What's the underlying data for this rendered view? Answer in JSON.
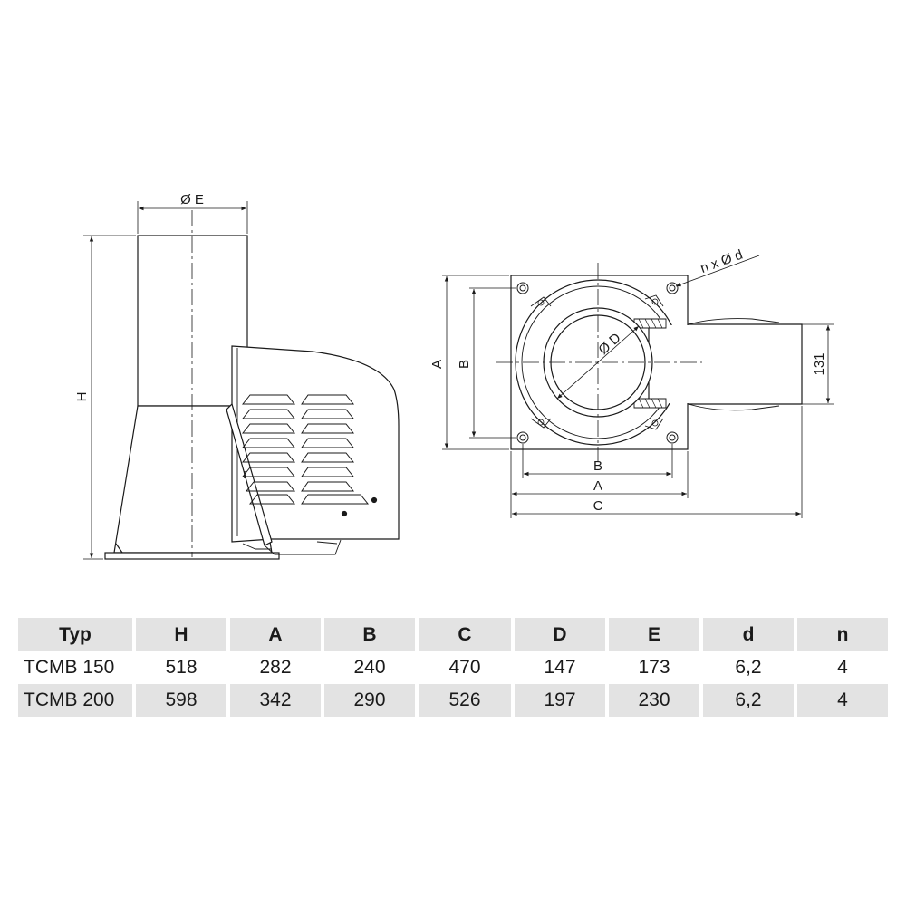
{
  "drawing": {
    "side_view": {
      "label_diameter_E": "Ø E",
      "label_height": "H"
    },
    "top_view": {
      "label_A_vertical": "A",
      "label_B_vertical": "B",
      "label_B_horizontal": "B",
      "label_A_horizontal": "A",
      "label_C_horizontal": "C",
      "label_diameter_D": "Ø D",
      "label_holes": "n x Ø d",
      "label_outlet_height": "131"
    }
  },
  "table": {
    "headers": [
      "Typ",
      "H",
      "A",
      "B",
      "C",
      "D",
      "E",
      "d",
      "n"
    ],
    "rows": [
      [
        "TCMB 150",
        "518",
        "282",
        "240",
        "470",
        "147",
        "173",
        "6,2",
        "4"
      ],
      [
        "TCMB 200",
        "598",
        "342",
        "290",
        "526",
        "197",
        "230",
        "6,2",
        "4"
      ]
    ]
  },
  "colors": {
    "line": "#1a1a1a",
    "header_bg": "#e3e3e3"
  }
}
